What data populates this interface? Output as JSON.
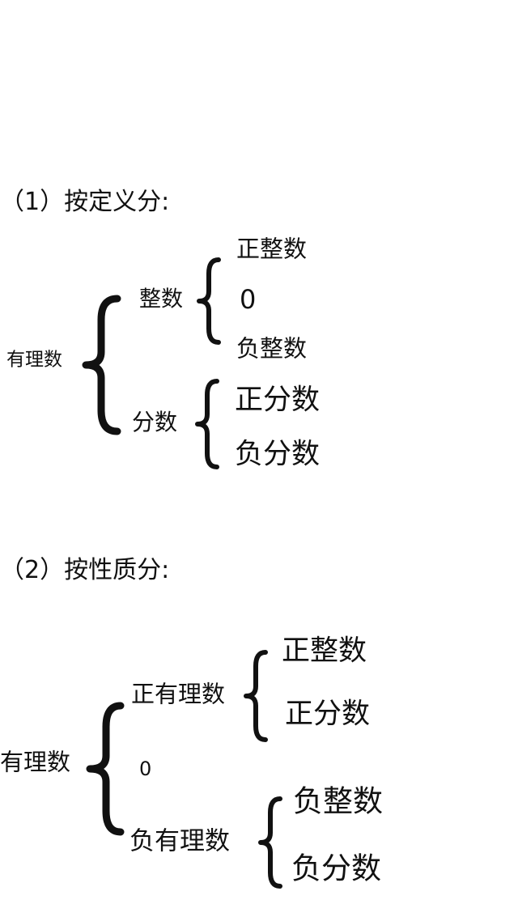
{
  "section1": {
    "heading": "（1）按定义分:",
    "root": "有理数",
    "integer": {
      "label": "整数",
      "children": [
        "正整数",
        "0",
        "负整数"
      ]
    },
    "fraction": {
      "label": "分数",
      "children": [
        "正分数",
        "负分数"
      ]
    }
  },
  "section2": {
    "heading": "（2）按性质分:",
    "root": "有理数",
    "positive": {
      "label": "正有理数",
      "children": [
        "正整数",
        "正分数"
      ]
    },
    "zero": "0",
    "negative": {
      "label": "负有理数",
      "children": [
        "负整数",
        "负分数"
      ]
    }
  }
}
